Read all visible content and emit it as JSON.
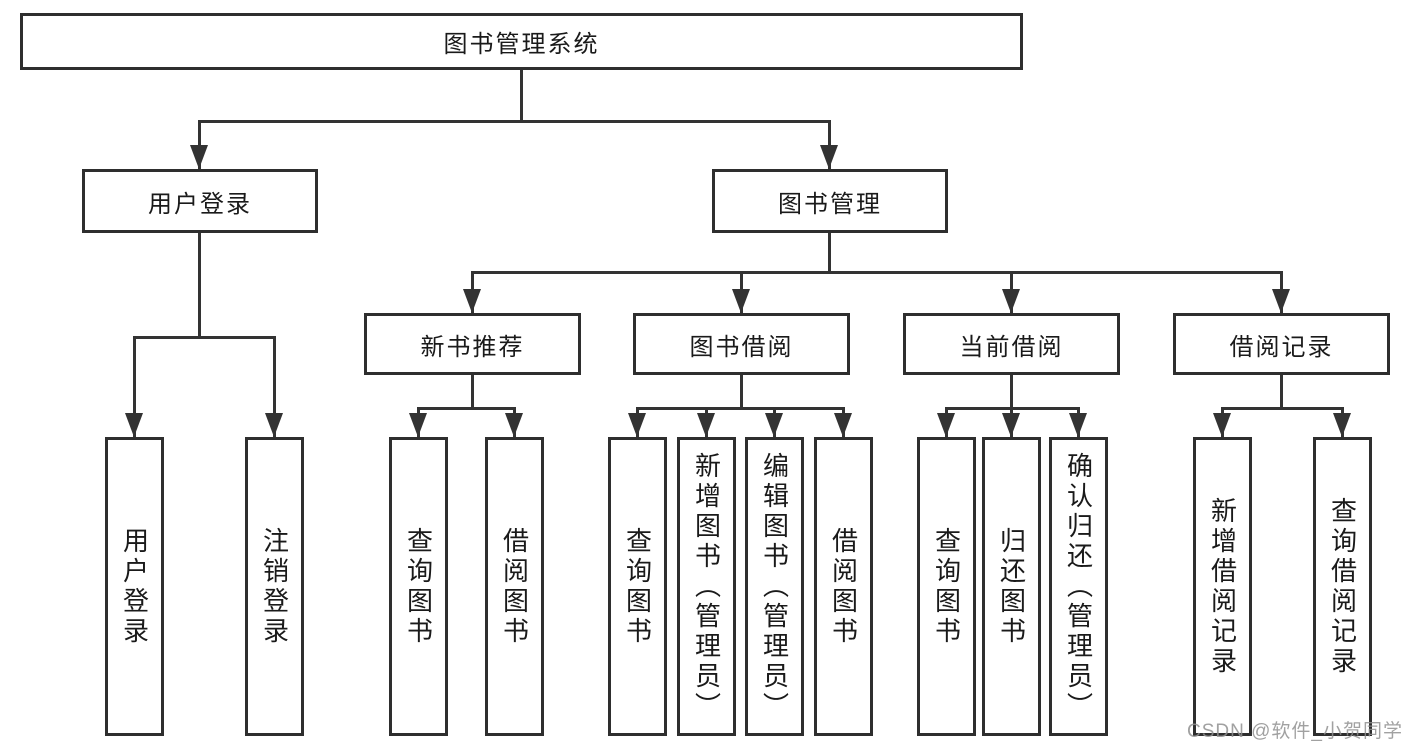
{
  "watermark": "CSDN @软件_小贺同学",
  "colors": {
    "line": "#333333",
    "border": "#2e2e2e",
    "text": "#1a1a1a",
    "watermark_gray": "#919191",
    "background": "#ffffff"
  },
  "tree": {
    "root": {
      "label": "图书管理系统"
    },
    "branches": [
      {
        "label": "用户登录",
        "leaves": [
          {
            "label": "用户登录"
          },
          {
            "label": "注销登录"
          }
        ]
      },
      {
        "label": "图书管理",
        "sections": [
          {
            "label": "新书推荐",
            "leaves": [
              {
                "label": "查询图书"
              },
              {
                "label": "借阅图书"
              }
            ]
          },
          {
            "label": "图书借阅",
            "leaves": [
              {
                "label": "查询图书"
              },
              {
                "label": "新增图书（管理员）"
              },
              {
                "label": "编辑图书（管理员）"
              },
              {
                "label": "借阅图书"
              }
            ]
          },
          {
            "label": "当前借阅",
            "leaves": [
              {
                "label": "查询图书"
              },
              {
                "label": "归还图书"
              },
              {
                "label": "确认归还（管理员）"
              }
            ]
          },
          {
            "label": "借阅记录",
            "leaves": [
              {
                "label": "新增借阅记录"
              },
              {
                "label": "查询借阅记录"
              }
            ]
          }
        ]
      }
    ]
  }
}
